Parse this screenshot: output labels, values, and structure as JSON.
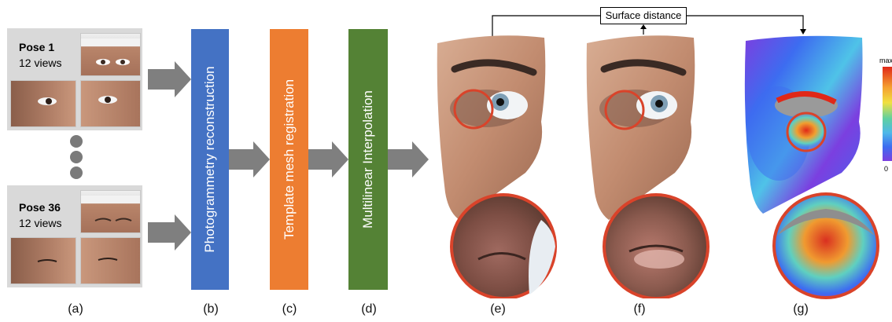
{
  "panel_a": {
    "poses": [
      {
        "title": "Pose 1",
        "views": "12 views"
      },
      {
        "title": "Pose 36",
        "views": "12 views"
      }
    ]
  },
  "stages": [
    {
      "label": "Photogrammetry reconstruction",
      "color": "#4472c4"
    },
    {
      "label": "Template mesh registration",
      "color": "#ed7d31"
    },
    {
      "label": "Multilinear Interpolation",
      "color": "#548235"
    }
  ],
  "surface_distance": "Surface distance",
  "color_scale": {
    "max_label": "max",
    "min_label": "0"
  },
  "panel_labels": [
    "(a)",
    "(b)",
    "(c)",
    "(d)",
    "(e)",
    "(f)",
    "(g)"
  ],
  "colors": {
    "arrow": "#7f7f7f",
    "circle": "#d9432a",
    "skin": "#c9977c",
    "pose_box": "#d9d9d9"
  }
}
